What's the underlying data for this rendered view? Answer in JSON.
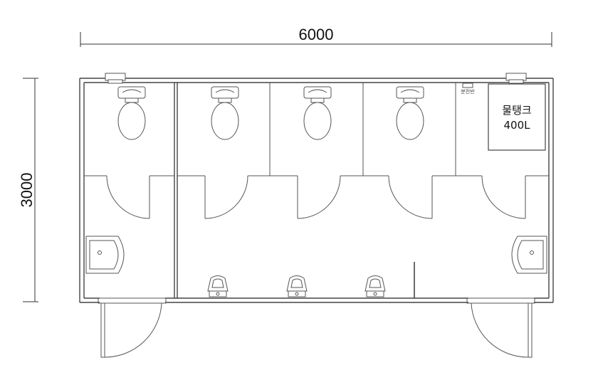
{
  "dimensions": {
    "width": "6000",
    "height": "3000"
  },
  "water_tank": {
    "name": "물탱크",
    "capacity": "400L"
  },
  "distribution_panel": {
    "label": "분전반"
  }
}
